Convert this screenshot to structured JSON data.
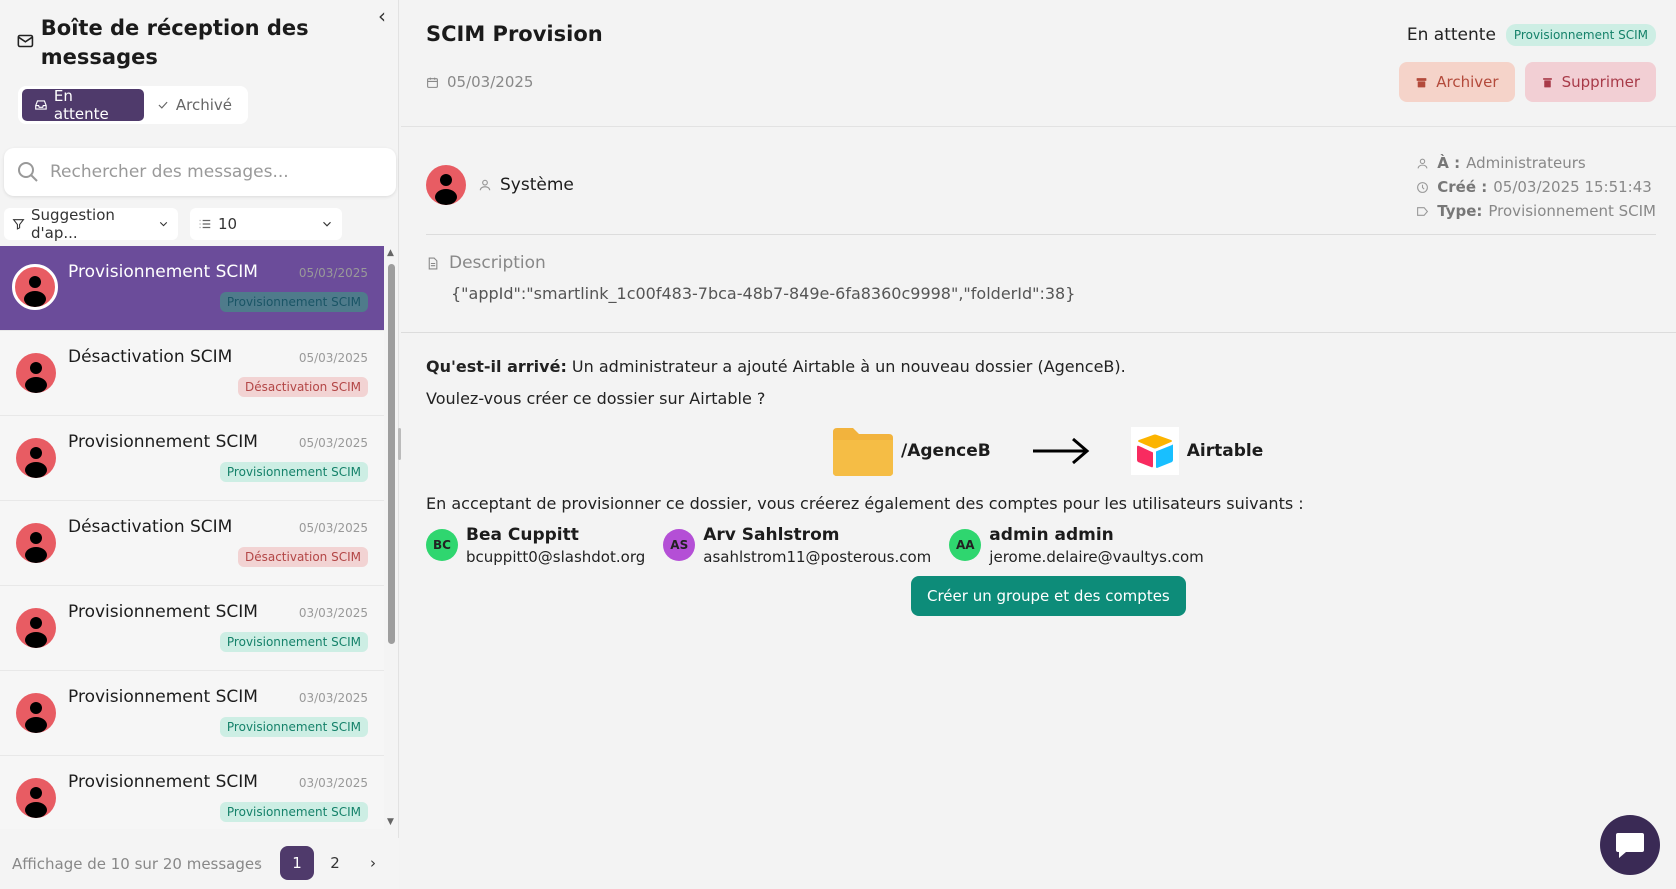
{
  "sidebar": {
    "title": "Boîte de réception des messages",
    "tabs": [
      {
        "label": "En attente",
        "active": true
      },
      {
        "label": "Archivé",
        "active": false
      }
    ],
    "search_placeholder": "Rechercher des messages...",
    "filter_label": "Suggestion d'ap...",
    "page_size": "10",
    "messages": [
      {
        "title": "Provisionnement SCIM",
        "date": "05/03/2025",
        "tag": "Provisionnement SCIM",
        "tag_type": "prov",
        "selected": true
      },
      {
        "title": "Désactivation SCIM",
        "date": "05/03/2025",
        "tag": "Désactivation SCIM",
        "tag_type": "deact",
        "selected": false
      },
      {
        "title": "Provisionnement SCIM",
        "date": "05/03/2025",
        "tag": "Provisionnement SCIM",
        "tag_type": "prov",
        "selected": false
      },
      {
        "title": "Désactivation SCIM",
        "date": "05/03/2025",
        "tag": "Désactivation SCIM",
        "tag_type": "deact",
        "selected": false
      },
      {
        "title": "Provisionnement SCIM",
        "date": "03/03/2025",
        "tag": "Provisionnement SCIM",
        "tag_type": "prov",
        "selected": false
      },
      {
        "title": "Provisionnement SCIM",
        "date": "03/03/2025",
        "tag": "Provisionnement SCIM",
        "tag_type": "prov",
        "selected": false
      },
      {
        "title": "Provisionnement SCIM",
        "date": "03/03/2025",
        "tag": "Provisionnement SCIM",
        "tag_type": "prov",
        "selected": false
      }
    ],
    "footer_info": "Affichage de 10 sur 20 messages",
    "pages": [
      "1",
      "2"
    ],
    "current_page": "1"
  },
  "main": {
    "title": "SCIM Provision",
    "date": "05/03/2025",
    "status": "En attente",
    "status_badge": "Provisionnement SCIM",
    "archive_label": "Archiver",
    "delete_label": "Supprimer",
    "sender": "Système",
    "meta": {
      "to_label": "À :",
      "to_value": "Administrateurs",
      "created_label": "Créé :",
      "created_value": "05/03/2025 15:51:43",
      "type_label": "Type:",
      "type_value": "Provisionnement SCIM"
    },
    "description_label": "Description",
    "description_value": "{\"appId\":\"smartlink_1c00f483-7bca-48b7-849e-6fa8360c9998\",\"folderId\":38}",
    "what_label": "Qu'est-il arrivé:",
    "what_text": " Un administrateur a ajouté Airtable à un nouveau dossier (AgenceB).",
    "question": "Voulez-vous créer ce dossier sur Airtable ?",
    "folder_path": "/AgenceB",
    "app_name": "Airtable",
    "accept_text": "En acceptant de provisionner ce dossier, vous créerez également des comptes pour les utilisateurs suivants :",
    "users": [
      {
        "initials": "BC",
        "name": "Bea Cuppitt",
        "email": "bcuppitt0@slashdot.org",
        "color": "#2fd66f"
      },
      {
        "initials": "AS",
        "name": "Arv Sahlstrom",
        "email": "asahlstrom11@posterous.com",
        "color": "#b44fd6"
      },
      {
        "initials": "AA",
        "name": "admin admin",
        "email": "jerome.delaire@vaultys.com",
        "color": "#2fd66f"
      }
    ],
    "create_button": "Créer un groupe et des comptes"
  },
  "colors": {
    "accent": "#4f3a6b",
    "selected": "#6b4c9a",
    "avatar": "#e85c63",
    "create": "#0d8c79"
  }
}
